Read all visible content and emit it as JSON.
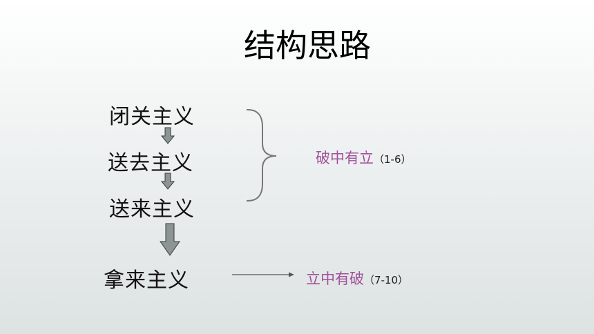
{
  "slide": {
    "title": "结构思路",
    "chain": [
      {
        "text": "闭关主义"
      },
      {
        "text": "送去主义"
      },
      {
        "text": "送来主义"
      },
      {
        "text": "拿来主义"
      }
    ],
    "group_label": {
      "text": "破中有立",
      "range": "（1-6）"
    },
    "final_label": {
      "text": "立中有破",
      "range": "（7-10）"
    },
    "colors": {
      "label": "#a0509a",
      "arrow_fill": "#8c9494",
      "arrow_stroke": "#3a3a3a",
      "brace": "#777777",
      "connector": "#555555"
    }
  }
}
